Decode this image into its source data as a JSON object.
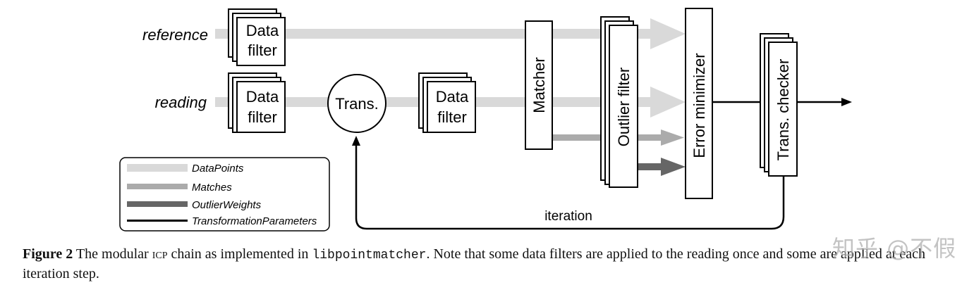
{
  "inputs": {
    "reference": "reference",
    "reading": "reading"
  },
  "nodes": {
    "data_filter_line1": "Data",
    "data_filter_line2": "filter",
    "transform": "Trans.",
    "matcher": "Matcher",
    "outlier_filter": "Outlier filter",
    "error_minimizer": "Error minimizer",
    "trans_checker": "Trans. checker"
  },
  "loop_label": "iteration",
  "legend": {
    "items": [
      {
        "label": "DataPoints",
        "color": "#d9d9d9"
      },
      {
        "label": "Matches",
        "color": "#ababab"
      },
      {
        "label": "OutlierWeights",
        "color": "#666666"
      },
      {
        "label": "TransformationParameters",
        "color": "#000000"
      }
    ]
  },
  "caption": {
    "figure_label": "Figure 2",
    "text1": " The modular ",
    "icp": "icp",
    "text2": " chain as implemented in ",
    "library": "libpointmatcher",
    "text3": ". Note that some data filters are applied to the reading once and some are applied at each iteration step."
  },
  "watermark": "知乎 @不假"
}
